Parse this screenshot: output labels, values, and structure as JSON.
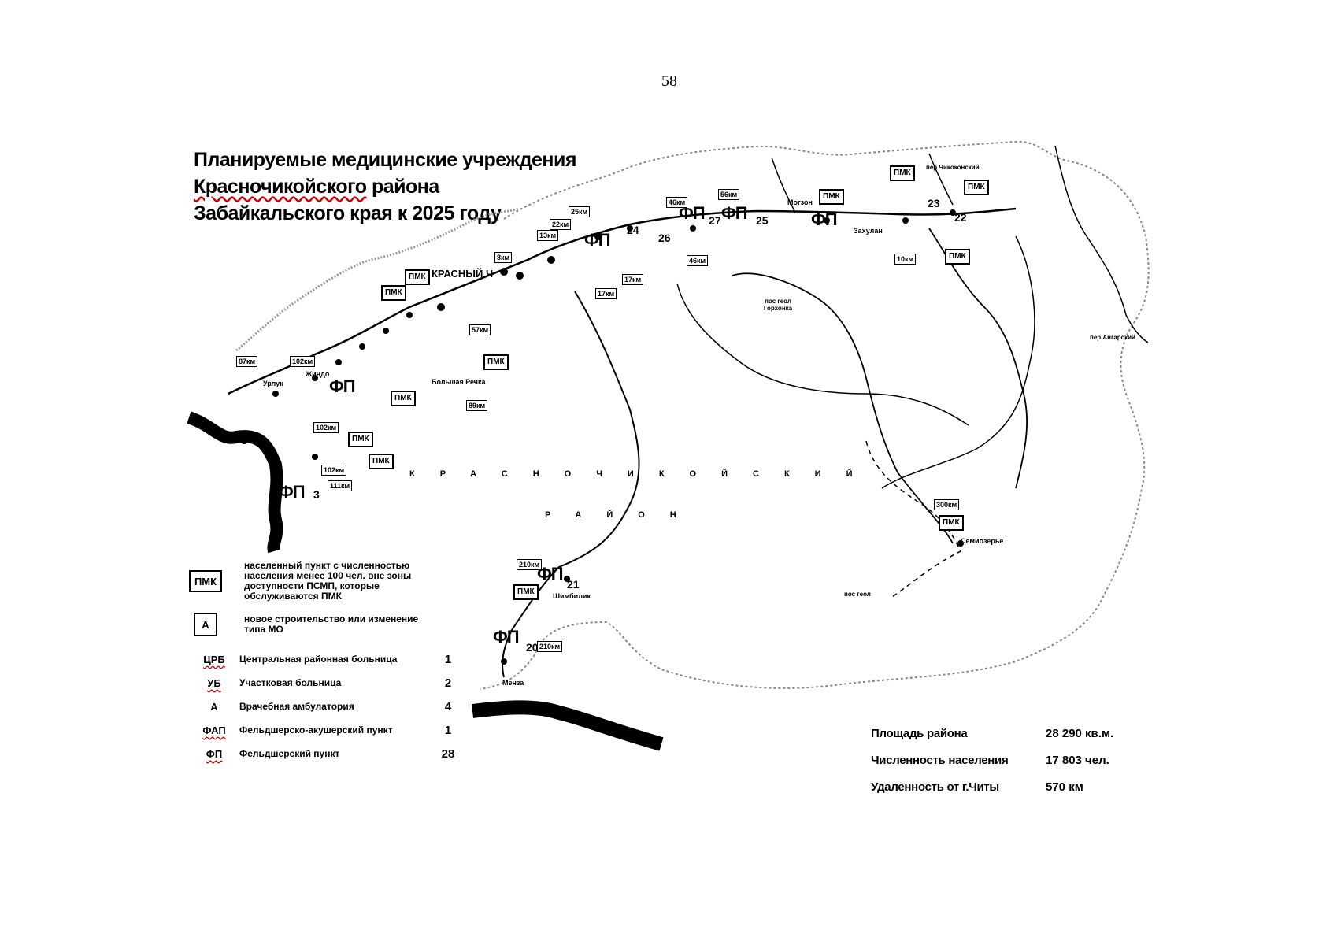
{
  "page_number": "58",
  "title": {
    "line1": "Планируемые медицинские учреждения",
    "line2_a": "Красночикойского",
    "line2_b": " района",
    "line3": "Забайкальского края к 2025 году"
  },
  "map": {
    "district_word1": "КРАСНОЧИКОЙСКИЙ",
    "district_word2": "РАЙОН",
    "places": {
      "krasny_chikoy": "КРАСНЫЙ Ч",
      "urluk": "Урлук",
      "zhindo": "Жиндо",
      "bolshaya_rechka": "Большая Речка",
      "menza": "Менза",
      "shimbilik": "Шимбилик",
      "semiozerye": "Семиозерье",
      "mogzon": "Могзон",
      "zasuhan": "Захулан",
      "gorhon": "пос геол Горхонка",
      "pos_geol": "пос геол",
      "per_chikokonsky": "пер Чикоконский",
      "per_angarsky": "пер Ангарский"
    },
    "pmk_label": "ПМК",
    "fp_label": "ФП",
    "distances": [
      "87км",
      "102км",
      "102км",
      "111км",
      "102км",
      "8км",
      "17км",
      "17км",
      "57км",
      "22км",
      "25км",
      "13км",
      "46км",
      "56км",
      "46км",
      "10км",
      "300км",
      "210км",
      "210км",
      "89км"
    ],
    "fp_numbers": [
      "21",
      "22",
      "23",
      "25",
      "27",
      "20",
      "26",
      "24",
      "3"
    ]
  },
  "legend": {
    "pmk_box": "ПМК",
    "pmk_text": "населенный пункт с численностью населения менее 100 чел. вне зоны доступности ПСМП, которые обслуживаются ПМК",
    "a_box": "А",
    "a_text": "новое строительство или изменение типа МО",
    "rows": [
      {
        "abbr": "ЦРБ",
        "desc": "Центральная районная больница",
        "count": "1"
      },
      {
        "abbr": "УБ",
        "desc": "Участковая больница",
        "count": "2"
      },
      {
        "abbr": "А",
        "desc": "Врачебная амбулатория",
        "count": "4"
      },
      {
        "abbr": "ФАП",
        "desc": "Фельдшерско-акушерский пункт",
        "count": "1"
      },
      {
        "abbr": "ФП",
        "desc": "Фельдшерский пункт",
        "count": "28"
      }
    ]
  },
  "stats": {
    "area_label": "Площадь района",
    "area_value": "28 290 кв.м.",
    "population_label": "Численность населения",
    "population_value": "17 803 чел.",
    "distance_label": "Удаленность от г.Читы",
    "distance_value": "570 км"
  }
}
